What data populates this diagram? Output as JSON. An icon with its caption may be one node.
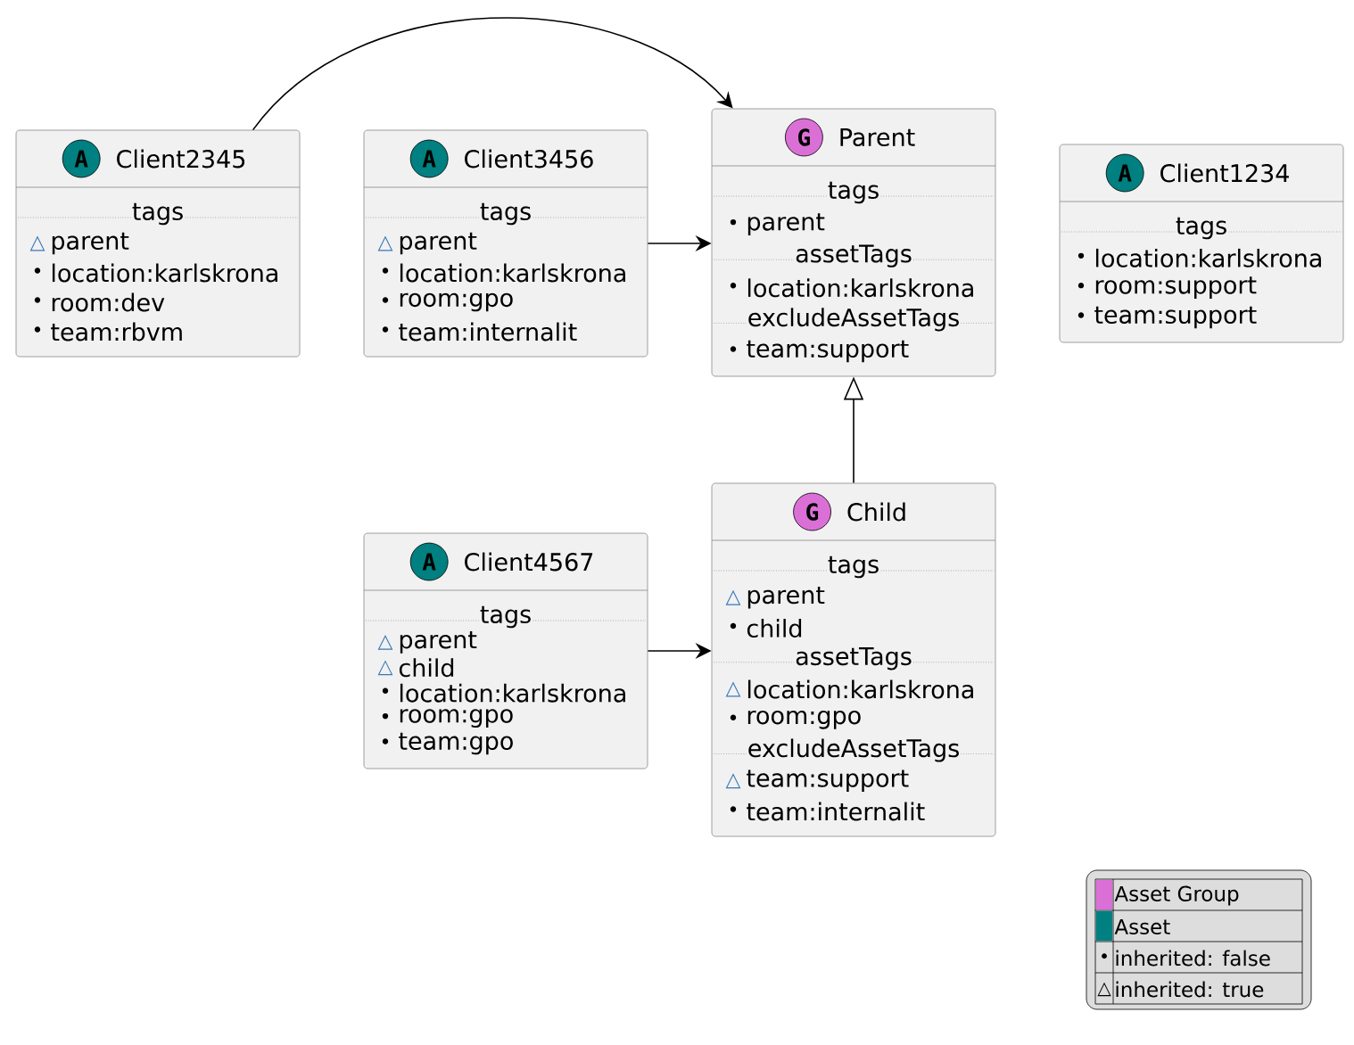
{
  "diagram": {
    "nodes": [
      {
        "text": [
          "A",
          "Client2345",
          "tags",
          "△",
          "parent",
          "•",
          "location:karlskrona",
          "•",
          "room:dev",
          "•",
          "team:rbvm"
        ]
      },
      {
        "text": [
          "A",
          "Client3456",
          "tags",
          "△",
          "parent",
          "•",
          "location:karlskrona",
          "•",
          "room:gpo",
          "•",
          "team:internalit"
        ]
      },
      {
        "text": [
          "G",
          "Parent",
          "tags",
          "•",
          "parent",
          "assetTags",
          "•",
          "location:karlskrona",
          "excludeAssetTags",
          "•",
          "team:support"
        ]
      },
      {
        "text": [
          "A",
          "Client1234",
          "tags",
          "•",
          "location:karlskrona",
          "•",
          "room:support",
          "•",
          "team:support"
        ]
      },
      {
        "text": [
          "A",
          "Client4567",
          "tags",
          "△",
          "parent",
          "△",
          "child",
          "•",
          "location:karlskrona",
          "•",
          "room:gpo",
          "•",
          "team:gpo"
        ]
      },
      {
        "text": [
          "G",
          "Child",
          "tags",
          "△",
          "parent",
          "•",
          "child",
          "assetTags",
          "△",
          "location:karlskrona",
          "•",
          "room:gpo",
          "excludeAssetTags",
          "△",
          "team:support",
          "•",
          "team:internalit"
        ]
      }
    ],
    "edges": [
      {
        "from": 0,
        "to": 2,
        "arrow": "to"
      },
      {
        "from": 1,
        "to": 2,
        "arrow": "to"
      },
      {
        "from": 5,
        "to": 2,
        "arrow": "to"
      },
      {
        "from": 4,
        "to": 5,
        "arrow": "to"
      }
    ],
    "labels": [
      "•",
      "△"
    ],
    "legend": [
      {
        "text": "Asset Group",
        "color": "#da70d6"
      },
      {
        "text": "Asset",
        "color": "#008080"
      },
      {
        "text": "inherited: false"
      },
      {
        "text": "inherited: true"
      }
    ]
  }
}
